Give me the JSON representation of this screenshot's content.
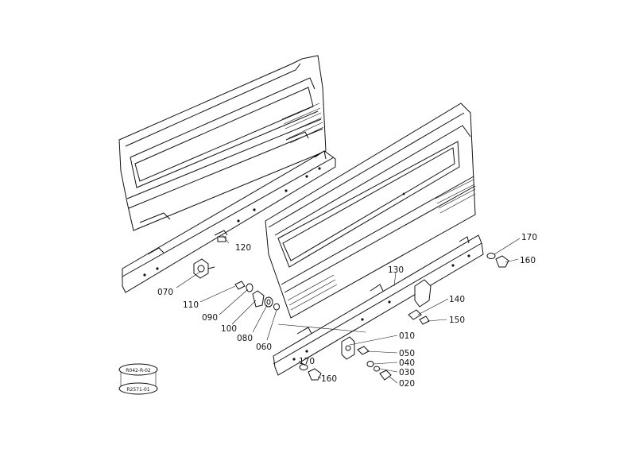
{
  "diagram": {
    "parts": [
      {
        "id": "p120",
        "label": "120"
      },
      {
        "id": "p130",
        "label": "130"
      },
      {
        "id": "p070",
        "label": "070"
      },
      {
        "id": "p110",
        "label": "110"
      },
      {
        "id": "p090",
        "label": "090"
      },
      {
        "id": "p100",
        "label": "100"
      },
      {
        "id": "p080",
        "label": "080"
      },
      {
        "id": "p060",
        "label": "060"
      },
      {
        "id": "p170a",
        "label": "170"
      },
      {
        "id": "p160a",
        "label": "160"
      },
      {
        "id": "p140",
        "label": "140"
      },
      {
        "id": "p150",
        "label": "150"
      },
      {
        "id": "p010",
        "label": "010"
      },
      {
        "id": "p050",
        "label": "050"
      },
      {
        "id": "p040",
        "label": "040"
      },
      {
        "id": "p030",
        "label": "030"
      },
      {
        "id": "p020",
        "label": "020"
      },
      {
        "id": "p170b",
        "label": "170"
      },
      {
        "id": "p160b",
        "label": "160"
      }
    ],
    "stamp": {
      "top_code": "R042-R-02",
      "bottom_code": "R2571-01"
    }
  }
}
